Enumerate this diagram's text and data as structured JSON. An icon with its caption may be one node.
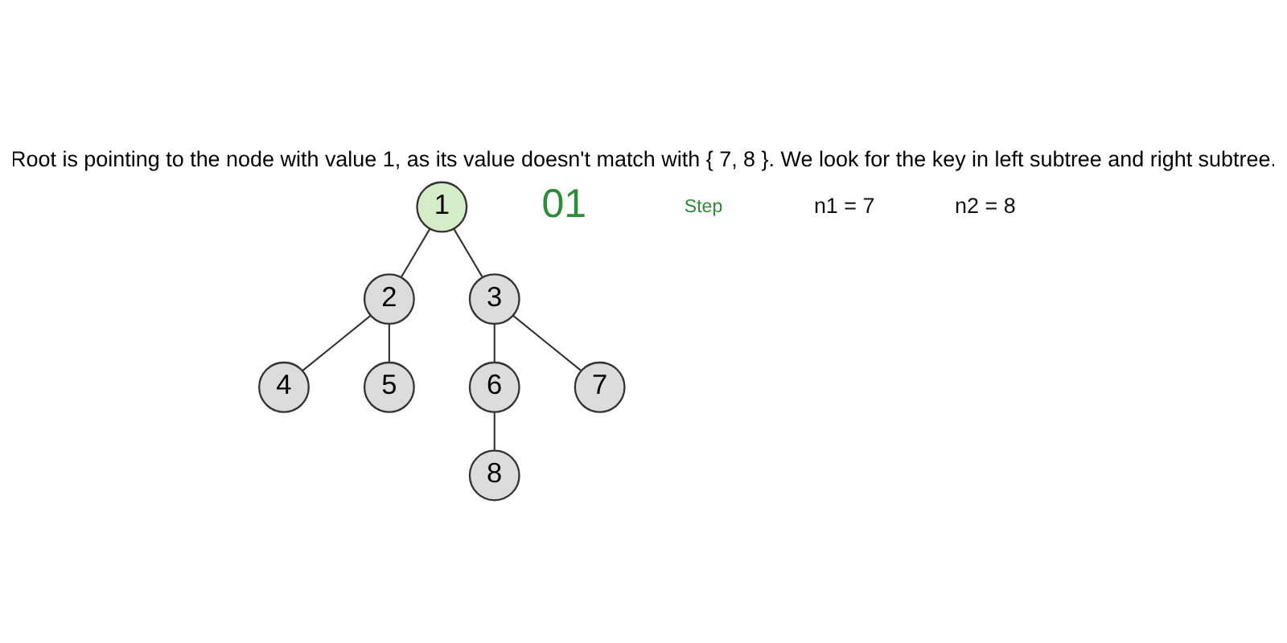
{
  "diagram": {
    "title": "Root is pointing to the node with value 1, as its value doesn't match with { 7, 8 }. We look for the key in left subtree and right subtree.",
    "nodes": [
      {
        "text": [
          "1"
        ]
      },
      {
        "text": [
          "2"
        ]
      },
      {
        "text": [
          "3"
        ]
      },
      {
        "text": [
          "4"
        ]
      },
      {
        "text": [
          "5"
        ]
      },
      {
        "text": [
          "6"
        ]
      },
      {
        "text": [
          "7"
        ]
      },
      {
        "text": [
          "8"
        ]
      }
    ],
    "edges": [
      {
        "from": 0,
        "to": 1,
        "arrow": "none"
      },
      {
        "from": 0,
        "to": 2,
        "arrow": "none"
      },
      {
        "from": 1,
        "to": 3,
        "arrow": "none"
      },
      {
        "from": 1,
        "to": 4,
        "arrow": "none"
      },
      {
        "from": 2,
        "to": 5,
        "arrow": "none"
      },
      {
        "from": 2,
        "to": 6,
        "arrow": "none"
      },
      {
        "from": 5,
        "to": 7,
        "arrow": "none"
      }
    ],
    "labels": [
      "01",
      "Step",
      "n1 = 7",
      "n2 = 8"
    ]
  }
}
